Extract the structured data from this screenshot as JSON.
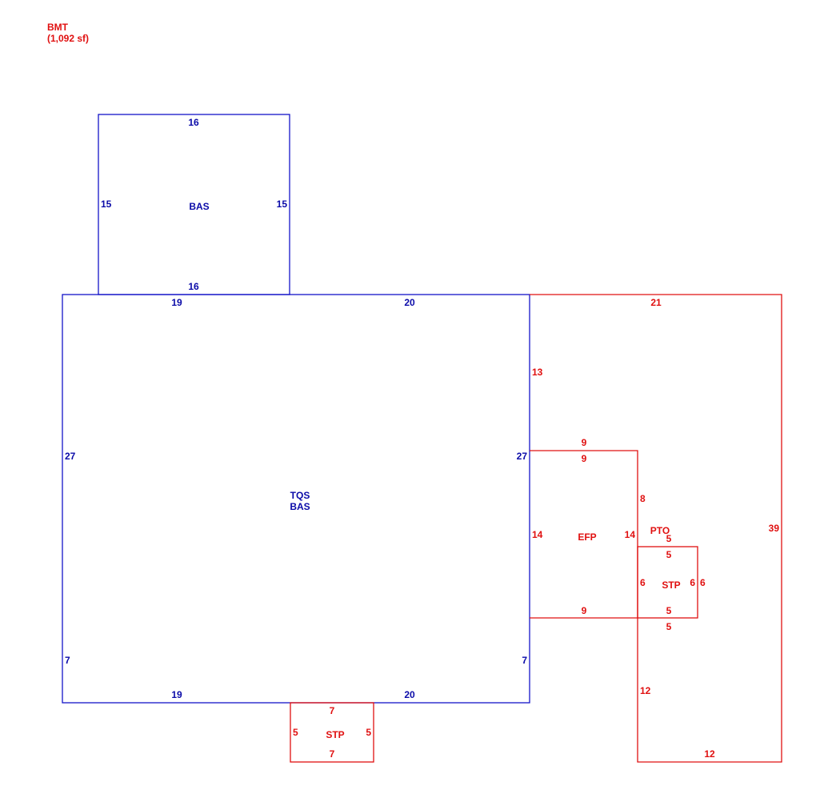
{
  "header": {
    "title": "BMT",
    "area": "(1,092 sf)"
  },
  "colors": {
    "blue": "#1414c8",
    "red": "#e01010"
  },
  "upper_bas": {
    "name": "BAS",
    "top": "16",
    "left": "15",
    "right": "15",
    "bottom": "16"
  },
  "main": {
    "name_line1": "TQS",
    "name_line2": "BAS",
    "top_left": "19",
    "top_right": "20",
    "left_upper": "27",
    "left_lower": "7",
    "right_upper": "27",
    "right_lower": "7",
    "bottom_left": "19",
    "bottom_right": "20"
  },
  "stp_bottom": {
    "name": "STP",
    "top": "7",
    "bottom": "7",
    "left": "5",
    "right": "5"
  },
  "pto": {
    "name": "PTO",
    "top": "21",
    "left_upper": "13",
    "left_lower": "12",
    "right": "39",
    "bottom": "12",
    "inner_vertical": "8"
  },
  "efp": {
    "name": "EFP",
    "top_outer": "9",
    "top_inner": "9",
    "left": "14",
    "right": "14",
    "bottom": "9"
  },
  "stp_right": {
    "name": "STP",
    "top_outer": "5",
    "top_inner": "5",
    "bottom_inner": "5",
    "bottom_outer": "5",
    "left": "6",
    "right_inner": "6",
    "right_outer": "6"
  }
}
